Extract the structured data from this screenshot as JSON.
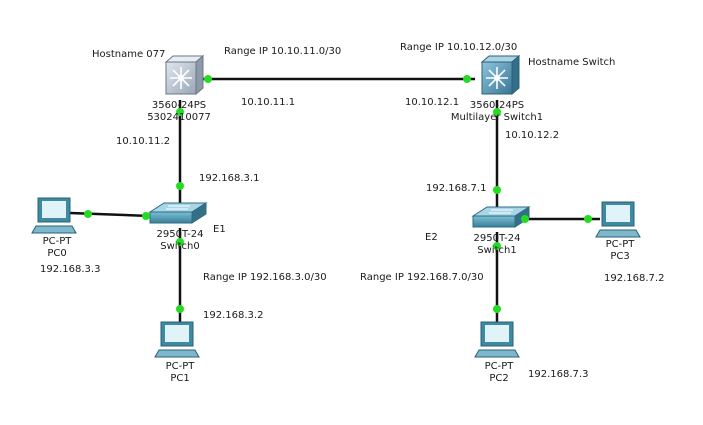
{
  "annotations": {
    "hostname_left": "Hostname 077",
    "hostname_right": "Hostname Switch",
    "range_top_left": "Range IP 10.10.11.0/30",
    "range_top_right": "Range IP 10.10.12.0/30",
    "range_left": "Range IP 192.168.3.0/30",
    "range_right": "Range IP 192.168.7.0/30",
    "e1": "E1",
    "e2": "E2"
  },
  "devices": {
    "mls_left": {
      "model": "3560-24PS",
      "name": "5302410077"
    },
    "mls_right": {
      "model": "3560-24PS",
      "name": "Multilayer Switch1"
    },
    "sw0": {
      "model": "2950T-24",
      "name": "Switch0"
    },
    "sw1": {
      "model": "2950T-24",
      "name": "Switch1"
    },
    "pc0": {
      "model": "PC-PT",
      "name": "PC0",
      "ip": "192.168.3.3"
    },
    "pc1": {
      "model": "PC-PT",
      "name": "PC1",
      "ip": "192.168.3.2"
    },
    "pc2": {
      "model": "PC-PT",
      "name": "PC2",
      "ip": "192.168.7.3"
    },
    "pc3": {
      "model": "PC-PT",
      "name": "PC3",
      "ip": "192.168.7.2"
    }
  },
  "interface_ips": {
    "mls_left_to_right": "10.10.11.1",
    "mls_right_to_left": "10.10.12.1",
    "mls_left_down": "10.10.11.2",
    "mls_right_down": "10.10.12.2",
    "sw0_up": "192.168.3.1",
    "sw1_up": "192.168.7.1"
  },
  "colors": {
    "link": "#111111",
    "port": "#22dd22",
    "mls_left": "#aab4c2",
    "mls_right": "#4f8fb0",
    "switch": "#3f8aa3",
    "pc": "#3f8aa3"
  }
}
